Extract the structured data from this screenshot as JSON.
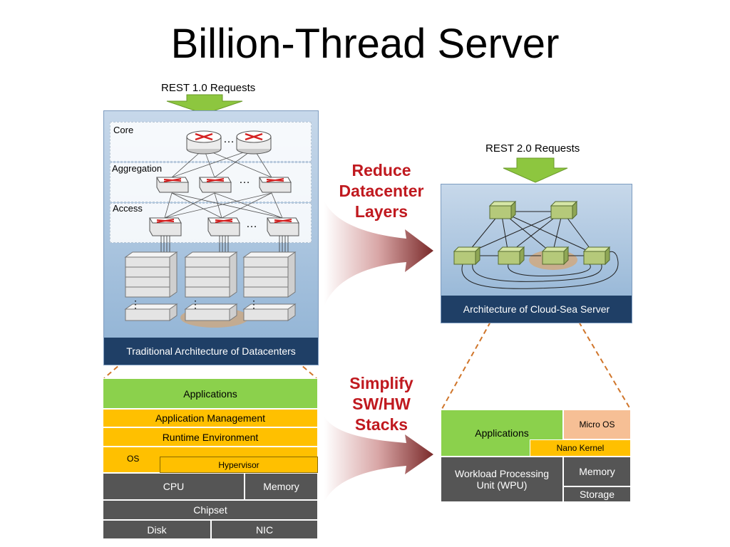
{
  "title": "Billion-Thread Server",
  "left": {
    "request_label": "REST 1.0 Requests",
    "layers": {
      "core": "Core",
      "aggregation": "Aggregation",
      "access": "Access"
    },
    "ellipsis": "…",
    "caption": "Traditional Architecture of Datacenters",
    "stack": {
      "applications": "Applications",
      "app_management": "Application Management",
      "runtime": "Runtime Environment",
      "os": "OS",
      "hypervisor": "Hypervisor",
      "cpu": "CPU",
      "memory": "Memory",
      "chipset": "Chipset",
      "disk": "Disk",
      "nic": "NIC"
    }
  },
  "middle": {
    "top_text": [
      "Reduce",
      "Datacenter",
      "Layers"
    ],
    "bottom_text": [
      "Simplify",
      "SW/HW",
      "Stacks"
    ]
  },
  "right": {
    "request_label": "REST 2.0 Requests",
    "caption": "Architecture of Cloud-Sea Server",
    "stack": {
      "applications": "Applications",
      "micro_os": "Micro OS",
      "nano_kernel": "Nano Kernel",
      "wpu": [
        "Workload Processing",
        "Unit (WPU)"
      ],
      "memory": "Memory",
      "storage": "Storage"
    }
  },
  "colors": {
    "arrow_green": "#8dc63f",
    "panel_caption": "#1f3f66",
    "stack_green": "#8bd14c",
    "stack_orange": "#ffc000",
    "stack_gray": "#555555",
    "stack_peach": "#f6bf95",
    "accent_red": "#c0191f",
    "dashed_orange": "#d0752a"
  }
}
